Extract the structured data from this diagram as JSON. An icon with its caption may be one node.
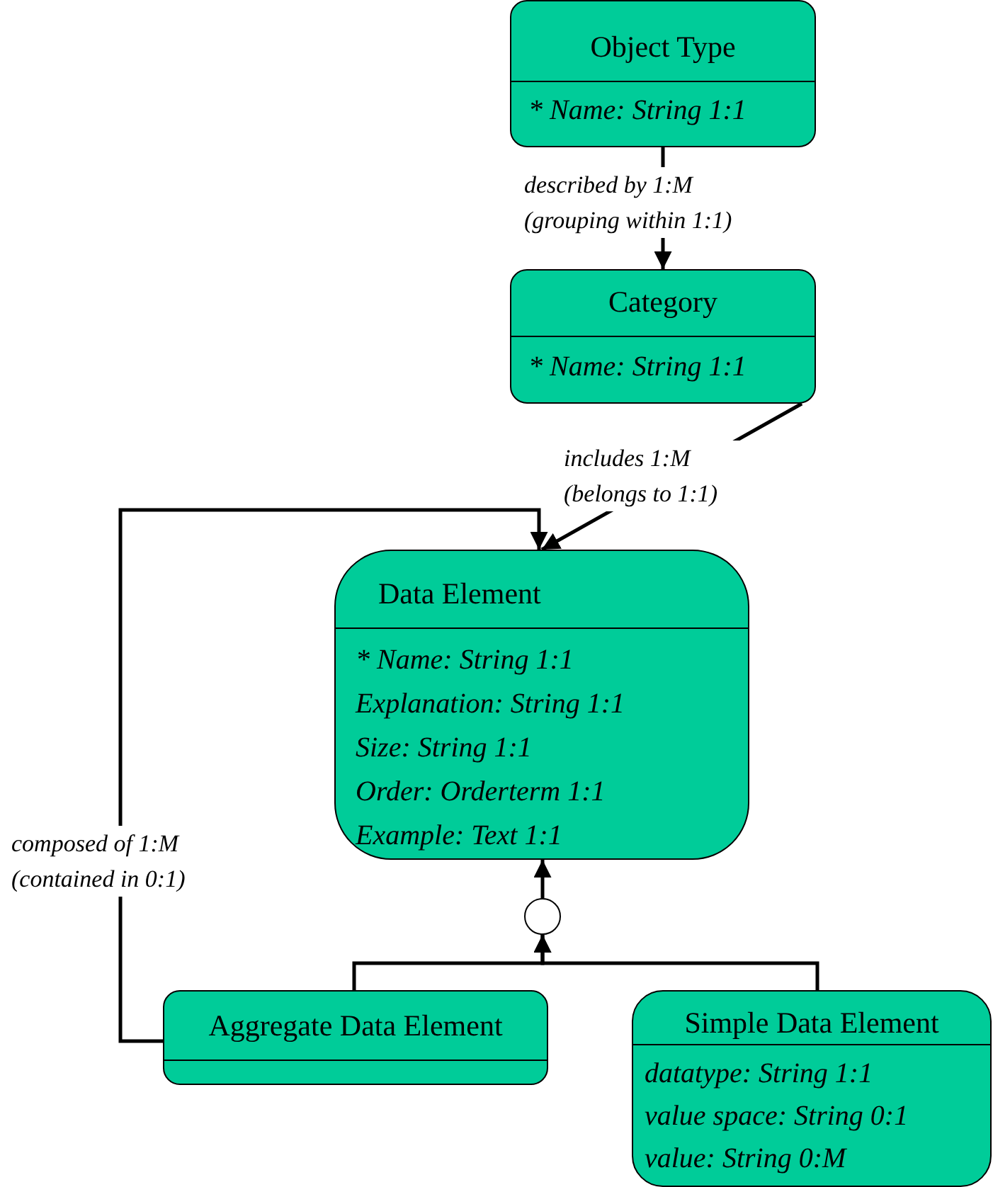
{
  "diagram": {
    "nodes": [
      {
        "text": [
          "Object Type",
          "* Name: String 1:1"
        ]
      },
      {
        "text": [
          "Category",
          "* Name: String 1:1"
        ]
      },
      {
        "text": [
          "Data Element",
          "* Name: String 1:1",
          "Explanation: String 1:1",
          "Size: String 1:1",
          "Order: Orderterm 1:1",
          "Example: Text 1:1"
        ]
      },
      {
        "text": [],
        "shape": "circle"
      },
      {
        "text": [
          "Aggregate Data Element"
        ]
      },
      {
        "text": [
          "Simple Data Element",
          "datatype: String 1:1",
          "value space: String 0:1",
          "value: String 0:M"
        ]
      }
    ],
    "edges": [
      {
        "from": 0,
        "to": 1,
        "arrow": "to",
        "label": "described by 1:M (grouping within 1:1)"
      },
      {
        "from": 1,
        "to": 2,
        "arrow": "to",
        "label": "includes 1:M (belongs to 1:1)"
      },
      {
        "from": 4,
        "to": 2,
        "arrow": "to",
        "label": "composed of 1:M (contained in 0:1)"
      },
      {
        "from": 3,
        "to": 2,
        "arrow": "to"
      },
      {
        "from": 4,
        "to": 3,
        "arrow": "to"
      },
      {
        "from": 5,
        "to": 3,
        "arrow": "to"
      }
    ]
  }
}
